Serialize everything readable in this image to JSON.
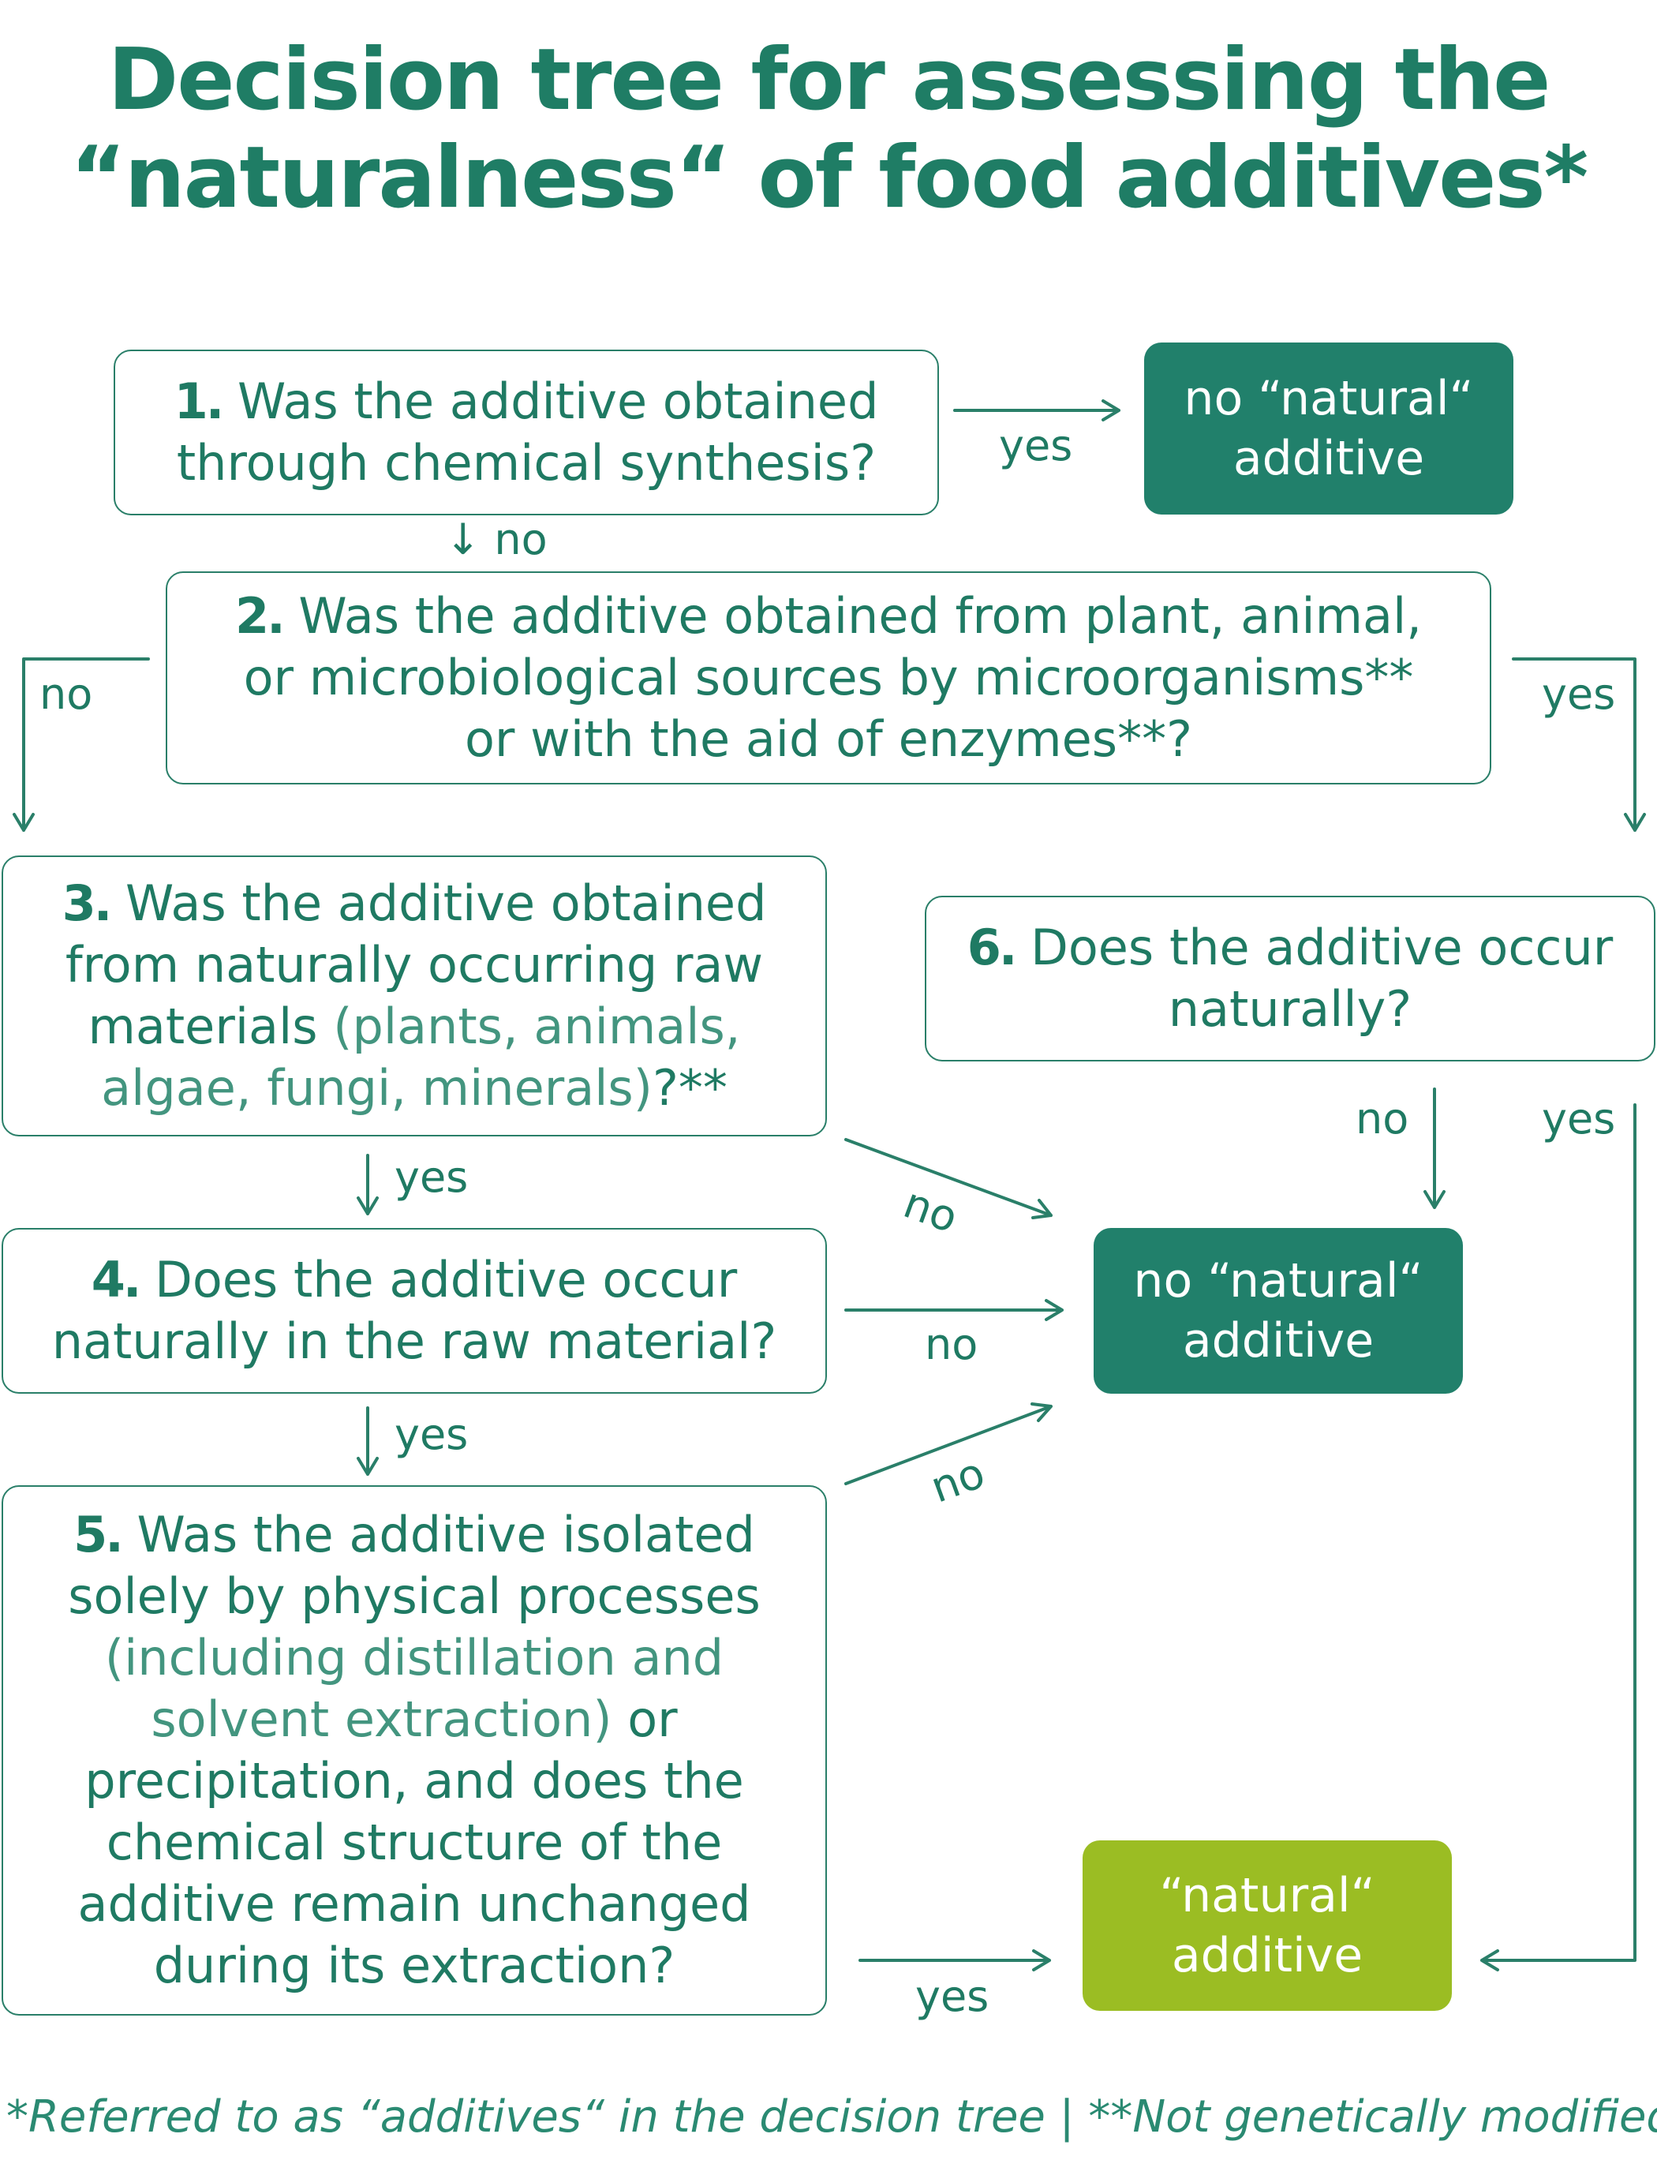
{
  "title": {
    "line1": "Decision tree for assessing the",
    "line2": "“naturalness“ of food additives*"
  },
  "q1": {
    "num": "1.",
    "text_a": "Was the additive obtained",
    "text_b": "through chemical synthesis?"
  },
  "q2": {
    "num": "2.",
    "text_a": "Was the additive obtained from plant, animal,",
    "text_b": "or microbiological sources by microorganisms**",
    "text_c": "or with the aid of enzymes**?"
  },
  "q3": {
    "num": "3.",
    "text_a": "Was the additive obtained",
    "text_b": "from naturally occurring raw",
    "text_c_bold": "materials",
    "text_c_light": " (plants, animals,",
    "text_d_light": "algae, fungi, minerals)",
    "text_d_bold": "?**"
  },
  "q4": {
    "num": "4.",
    "text_a": "Does the additive occur",
    "text_b": "naturally in the raw material?"
  },
  "q5": {
    "num": "5.",
    "text_a": "Was the additive isolated",
    "text_b": "solely by physical processes",
    "text_c_light": "(including distillation and",
    "text_d_light": "solvent extraction)",
    "text_d_bold": " or",
    "text_e": "precipitation, and does the",
    "text_f": "chemical structure of the",
    "text_g": "additive remain unchanged",
    "text_h": "during its extraction?"
  },
  "q6": {
    "num": "6.",
    "text_a": "Does the additive occur",
    "text_b": "naturally?"
  },
  "results": {
    "no_natural_1_a": "no “natural“",
    "no_natural_1_b": "additive",
    "no_natural_2_a": "no “natural“",
    "no_natural_2_b": "additive",
    "natural_a": "“natural“",
    "natural_b": "additive"
  },
  "labels": {
    "q1_yes": "yes",
    "q1_no": "↓ no",
    "q2_no": "no",
    "q2_yes": "yes",
    "q3_yes": "yes",
    "q3_no": "no",
    "q4_no": "no",
    "q4_yes": "yes",
    "q5_no": "no",
    "q5_yes": "yes",
    "q6_no": "no",
    "q6_yes": "yes"
  },
  "footnote": "*Referred to as “additives“ in the decision tree | **Not genetically modified",
  "colors": {
    "green_dark": "#21806b",
    "green_light": "#9bbd23",
    "line": "#2a7f69"
  }
}
